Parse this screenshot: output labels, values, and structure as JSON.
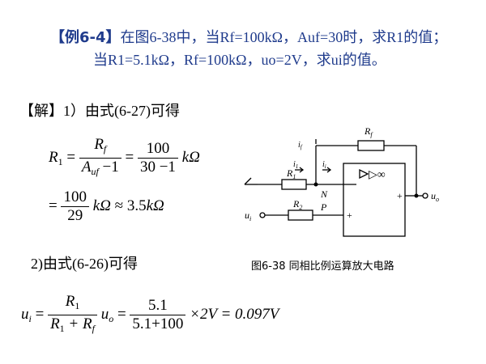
{
  "problem": {
    "tag": "【例6-4】",
    "line1": "在图6-38中，当Rf=100kΩ，Auf=30时，求R1的值；",
    "line2": "当R1=5.1kΩ，Rf=100kΩ，uo=2V，求ui的值。"
  },
  "solution": {
    "bracket": "【解】",
    "step1": "1）由式(6-27)可得",
    "step2": "2)由式(6-26)可得"
  },
  "eq1": {
    "lhs": "R",
    "lhs_sub": "1",
    "f1_num": "R",
    "f1_num_sub": "f",
    "f1_den": "A",
    "f1_den_sub": "uf",
    "f1_den_rest": " −1",
    "f2_num": "100",
    "f2_den": "30 −1",
    "unit": "kΩ"
  },
  "eq2": {
    "num": "100",
    "den": "29",
    "unit": "kΩ",
    "approx": "≈ 3.5",
    "unit2": "kΩ"
  },
  "eq3": {
    "lhs": "u",
    "lhs_sub": "i",
    "f1_num": "R",
    "f1_num_sub": "1",
    "f1_den_a": "R",
    "f1_den_a_sub": "1",
    "f1_den_b": " + R",
    "f1_den_b_sub": "f",
    "mult": "u",
    "mult_sub": "o",
    "f2_num": "5.1",
    "f2_den": "5.1+100",
    "tail": "×2V = 0.097V"
  },
  "circuit": {
    "rf_label": "R",
    "rf_sub": "f",
    "if_label": "i",
    "if_sub": "f",
    "i1_label": "i",
    "i1_sub": "1",
    "r1_label": "R",
    "r1_sub": "1",
    "ii_label": "i",
    "ii_sub": "i",
    "n_label": "N",
    "r2_label": "R",
    "r2_sub": "2",
    "p_label": "P",
    "ui_label": "u",
    "ui_sub": "i",
    "uo_label": "u",
    "uo_sub": "o",
    "opamp_symbol": "▷∞",
    "minus": "−",
    "plus": "+",
    "out_plus": "+"
  },
  "caption": "图6-38  同相比例运算放大电路"
}
